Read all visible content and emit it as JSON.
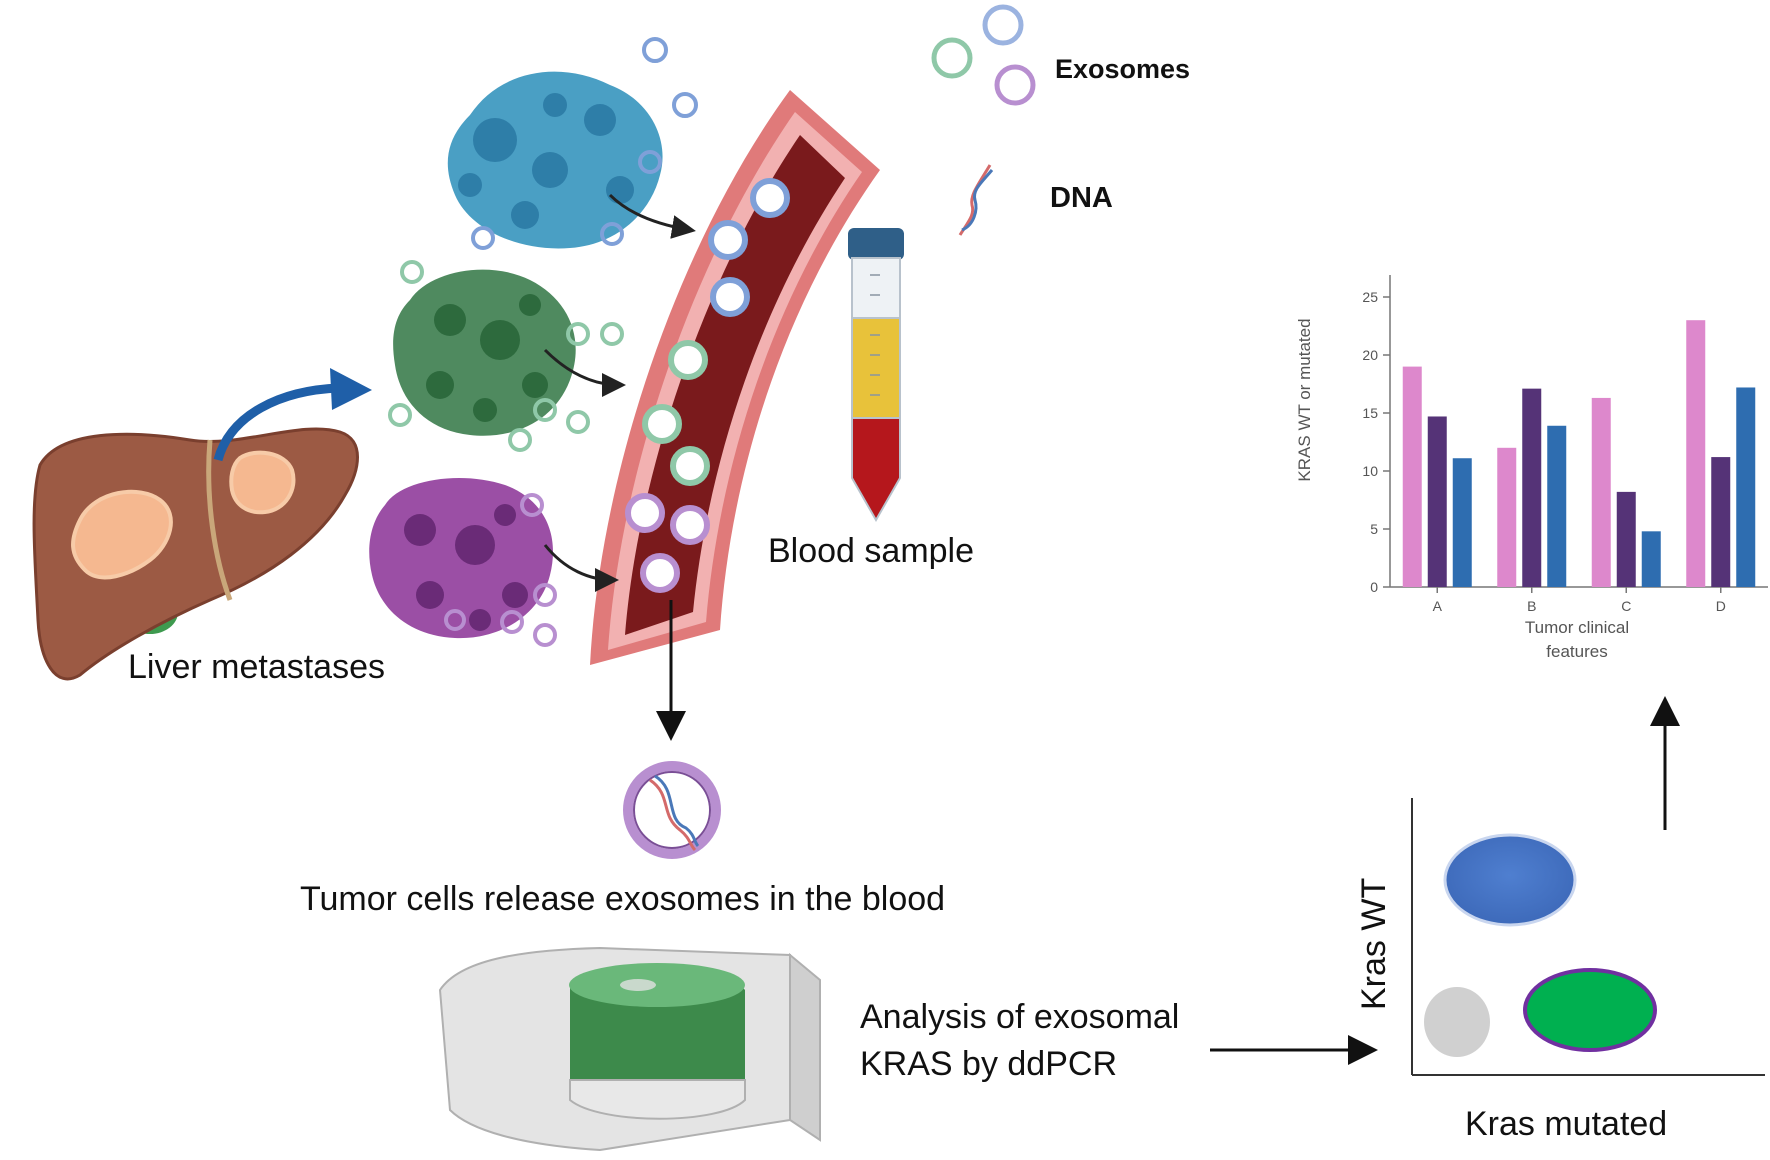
{
  "legend": {
    "exosomes_label": "Exosomes",
    "dna_label": "DNA"
  },
  "labels": {
    "liver": "Liver metastases",
    "blood_sample": "Blood sample",
    "release": "Tumor cells release exosomes in the blood",
    "analysis_line1": "Analysis of exosomal",
    "analysis_line2": "KRAS by ddPCR"
  },
  "ddpcr_plot": {
    "ylabel": "Kras WT",
    "xlabel": "Kras mutated",
    "clusters": [
      {
        "id": "wt",
        "color": "#4472c4"
      },
      {
        "id": "mutated",
        "color": "#00b050",
        "outline": "#7030a0"
      },
      {
        "id": "negative",
        "color": "#d0d0d0"
      }
    ]
  },
  "colors": {
    "blue_tumor": "#4a9fc4",
    "green_tumor": "#4f8a5f",
    "purple_tumor": "#9b4fa5",
    "vessel_dark": "#7a1a1c",
    "vessel_wall": "#e07a7a",
    "liver": "#9c5a44",
    "arrow_blue": "#1f5fa8"
  },
  "chart_data": {
    "type": "bar",
    "categories": [
      "A",
      "B",
      "C",
      "D"
    ],
    "series": [
      {
        "color": "#dd88cc",
        "values": [
          19,
          12,
          16.3,
          23
        ]
      },
      {
        "color": "#553377",
        "values": [
          14.7,
          17.1,
          8.2,
          11.2
        ]
      },
      {
        "color": "#2e6db0",
        "values": [
          11.1,
          13.9,
          4.8,
          17.2
        ]
      }
    ],
    "xlabel_line1": "Tumor clinical",
    "xlabel_line2": "features",
    "ylabel": "KRAS WT or mutated",
    "ylim": [
      0,
      25
    ],
    "yticks": [
      0,
      5,
      10,
      15,
      20,
      25
    ],
    "grid": false
  }
}
